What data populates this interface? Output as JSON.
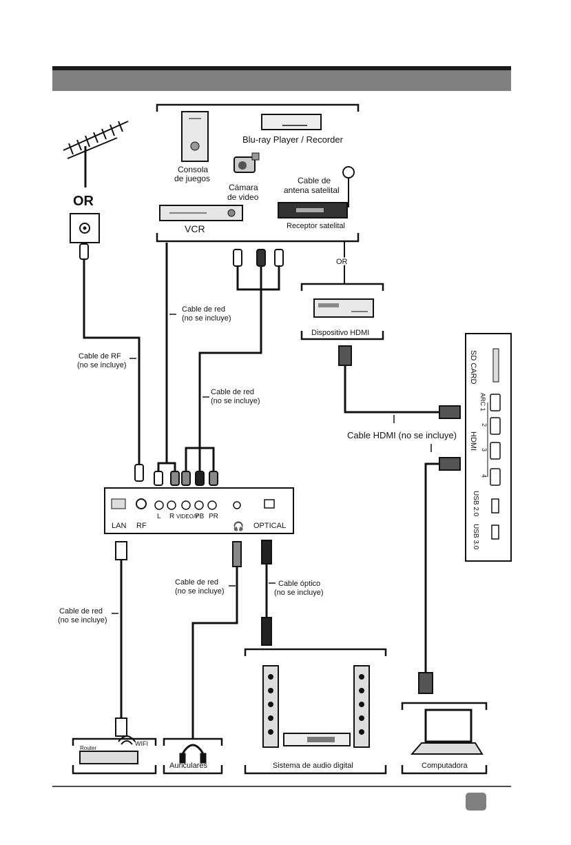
{
  "header": {
    "section_title": ""
  },
  "page": {
    "number": ""
  },
  "antenna": {
    "or_label": "OR"
  },
  "devices": {
    "bluray": "Blu-ray Player / Recorder",
    "console_line1": "Consola",
    "console_line2": "de juegos",
    "camera_line1": "Cámara",
    "camera_line2": "de video",
    "sat_cable_line1": "Cable de",
    "sat_cable_line2": "antena satelital",
    "vcr": "VCR",
    "sat_receiver": "Receptor satelital",
    "or_label": "OR",
    "hdmi_device": "Dispositivo HDMI"
  },
  "cables": {
    "rf_line1": "Cable de RF",
    "rf_line2": "(no se incluye)",
    "net1_line1": "Cable de red",
    "net1_line2": "(no se incluye)",
    "net2_line1": "Cable de red",
    "net2_line2": "(no se incluye)",
    "hdmi": "Cable HDMI (no se incluye)",
    "net3_line1": "Cable de red",
    "net3_line2": "(no se incluye)",
    "net4_line1": "Cable de red",
    "net4_line2": "(no se incluye)",
    "optical_line1": "Cable óptico",
    "optical_line2": "(no se incluye)"
  },
  "tv_panel": {
    "lan": "LAN",
    "rf": "RF",
    "l": "L",
    "r": "R",
    "video": "VIDEO/Y",
    "pb": "PB",
    "pr": "PR",
    "optical": "OPTICAL"
  },
  "side_panel": {
    "sd_card": "SD CARD",
    "arc1": "ARC 1",
    "hdmi2": "2",
    "hdmi3": "3",
    "hdmi4": "4",
    "hdmi": "HDMI",
    "usb2": "USB 2.0",
    "usb3": "USB 3.0"
  },
  "bottom": {
    "router": "Router",
    "wifi": "WIFI",
    "headphones": "Auriculares",
    "audio_system": "Sistema de audio digital",
    "computer": "Computadora"
  },
  "colors": {
    "header_bar": "#808080",
    "header_top": "#1a1a1a",
    "line": "#111111",
    "device_fill": "#d9d9d9"
  }
}
